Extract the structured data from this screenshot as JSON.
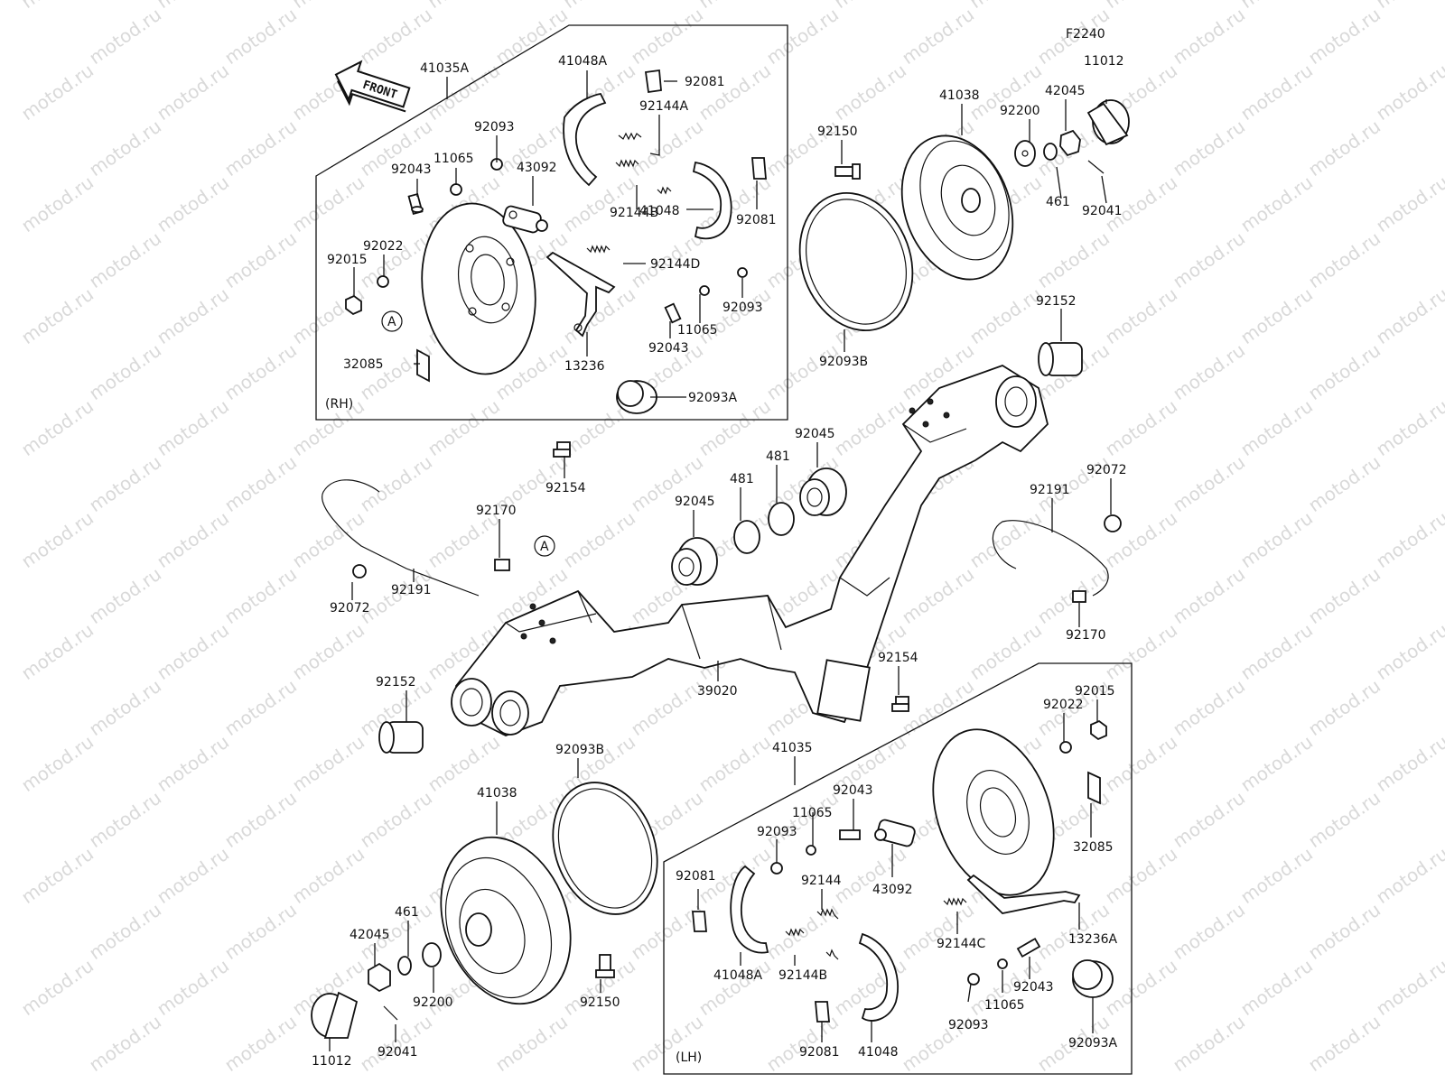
{
  "diagram_code": "F2240",
  "front_label": "FRONT",
  "watermark_text": "motod.ru",
  "box_rh_label": "(RH)",
  "box_lh_label": "(LH)",
  "ref_a_top": "A",
  "ref_a_mid": "A",
  "labels": {
    "l_41035A": "41035A",
    "l_41048A_top": "41048A",
    "l_92081_top1": "92081",
    "l_92144A": "92144A",
    "l_92093_top1": "92093",
    "l_11065_top1": "11065",
    "l_92043_top1": "92043",
    "l_43092_top": "43092",
    "l_92144B_top": "92144B",
    "l_92081_top2": "92081",
    "l_41048_top": "41048",
    "l_92022_top": "92022",
    "l_92015_top": "92015",
    "l_92144D": "92144D",
    "l_92093_top2": "92093",
    "l_11065_top2": "11065",
    "l_92043_top2": "92043",
    "l_13236": "13236",
    "l_32085_top": "32085",
    "l_92093A_top": "92093A",
    "l_92154_top": "92154",
    "l_41038_top": "41038",
    "l_92150_top": "92150",
    "l_92200_top": "92200",
    "l_42045_top": "42045",
    "l_11012_top": "11012",
    "l_461_top": "461",
    "l_92041_top": "92041",
    "l_92093B_top": "92093B",
    "l_92152_top": "92152",
    "l_92045_a": "92045",
    "l_481_a": "481",
    "l_481_b": "481",
    "l_92045_b": "92045",
    "l_92191_right": "92191",
    "l_92072_right": "92072",
    "l_92170_left": "92170",
    "l_92191_left": "92191",
    "l_92072_left": "92072",
    "l_92170_right": "92170",
    "l_92154_mid": "92154",
    "l_92152_left": "92152",
    "l_39020": "39020",
    "l_92093B_bottom": "92093B",
    "l_41035": "41035",
    "l_41038_bottom": "41038",
    "l_461_bottom": "461",
    "l_42045_bottom": "42045",
    "l_92200_bottom": "92200",
    "l_92150_bottom": "92150",
    "l_11012_bottom": "11012",
    "l_92041_bottom": "92041",
    "l_92022_bottom": "92022",
    "l_92015_bottom": "92015",
    "l_32085_bottom": "32085",
    "l_92043_bottom1": "92043",
    "l_11065_bottom1": "11065",
    "l_92093_bottom1": "92093",
    "l_92081_bottom1": "92081",
    "l_43092_bottom": "43092",
    "l_92144": "92144",
    "l_13236A": "13236A",
    "l_92144C": "92144C",
    "l_41048A_bottom": "41048A",
    "l_92144B_bottom": "92144B",
    "l_92043_bottom2": "92043",
    "l_11065_bottom2": "11065",
    "l_92093_bottom2": "92093",
    "l_92093A_bottom": "92093A",
    "l_92081_bottom2": "92081",
    "l_41048_bottom": "41048"
  }
}
